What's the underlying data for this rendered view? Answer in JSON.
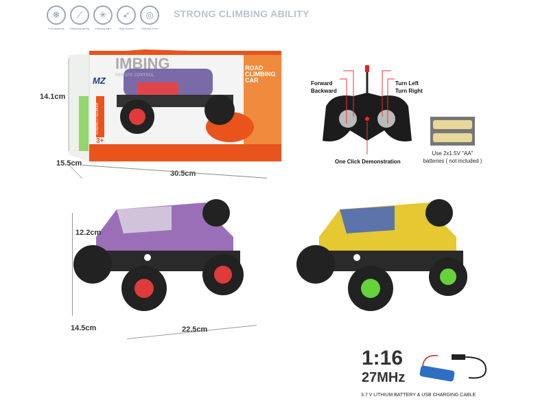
{
  "features": [
    {
      "icon": "full-functions-icon",
      "label": "Full functions"
    },
    {
      "icon": "damping-spring-icon",
      "label": "Damping spring"
    },
    {
      "icon": "flashing-light-icon",
      "label": "Flashing light"
    },
    {
      "icon": "high-speed-icon",
      "label": "High Speed"
    },
    {
      "icon": "anti-slip-tires-icon",
      "label": "Anti-slip Tires"
    }
  ],
  "headline": "STRONG CLIMBING ABILITY",
  "box": {
    "brand": "MZ",
    "title_fragment": "IMBING",
    "subtitle": "REMOTE CONTROL",
    "side_text": "REMOTE CONTROL",
    "panel_title": "ROAD CLIMBING CAR",
    "age": "3+",
    "accent_color": "#e8541c",
    "dimensions": {
      "height": "14.1cm",
      "depth": "15.5cm",
      "width": "30.5cm"
    }
  },
  "remote": {
    "forward": "Forward",
    "backward": "Backward",
    "turn_left": "Turn Left",
    "turn_right": "Turn Right",
    "demo": "One Click Demonstration"
  },
  "batteries": {
    "line1": "Use 2x1.5V \"AA\"",
    "line2": "batteries ( not included )"
  },
  "cars": [
    {
      "variant": "red-wheels",
      "wheel_color": "#e03a3a",
      "body_color": "#9b6fb8"
    },
    {
      "variant": "green-wheels",
      "wheel_color": "#66d23c",
      "body_color": "#e5c832"
    }
  ],
  "car_dimensions": {
    "height": "12.2cm",
    "depth": "14.5cm",
    "length": "22.5cm"
  },
  "specs": {
    "scale": "1:16",
    "frequency": "27MHz",
    "accessories": "3.7 V LITHIUM BATTERY & USB CHARGING CABLE"
  }
}
